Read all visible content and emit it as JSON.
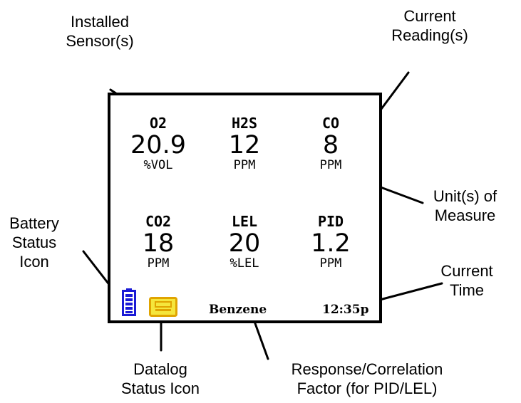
{
  "callouts": {
    "installed_sensors": [
      "Installed",
      "Sensor(s)"
    ],
    "current_readings": [
      "Current",
      "Reading(s)"
    ],
    "units_of_measure": [
      "Unit(s) of",
      "Measure"
    ],
    "battery_status": [
      "Battery",
      "Status",
      "Icon"
    ],
    "current_time": [
      "Current",
      "Time"
    ],
    "datalog_status": [
      "Datalog",
      "Status Icon"
    ],
    "response_factor": [
      "Response/Correlation",
      "Factor (for PID/LEL)"
    ]
  },
  "sensors": [
    {
      "name": "O2",
      "reading": "20.9",
      "unit": "%VOL"
    },
    {
      "name": "H2S",
      "reading": "12",
      "unit": "PPM"
    },
    {
      "name": "CO",
      "reading": "8",
      "unit": "PPM"
    },
    {
      "name": "CO2",
      "reading": "18",
      "unit": "PPM"
    },
    {
      "name": "LEL",
      "reading": "20",
      "unit": "%LEL"
    },
    {
      "name": "PID",
      "reading": "1.2",
      "unit": "PPM"
    }
  ],
  "status_bar": {
    "battery_icon": "battery-icon",
    "datalog_icon": "datalog-icon",
    "response_factor": "Benzene",
    "time": "12:35p"
  },
  "colors": {
    "battery": "#1a1ad6",
    "datalog_fill": "#f5e63c",
    "datalog_border": "#e0a400"
  }
}
